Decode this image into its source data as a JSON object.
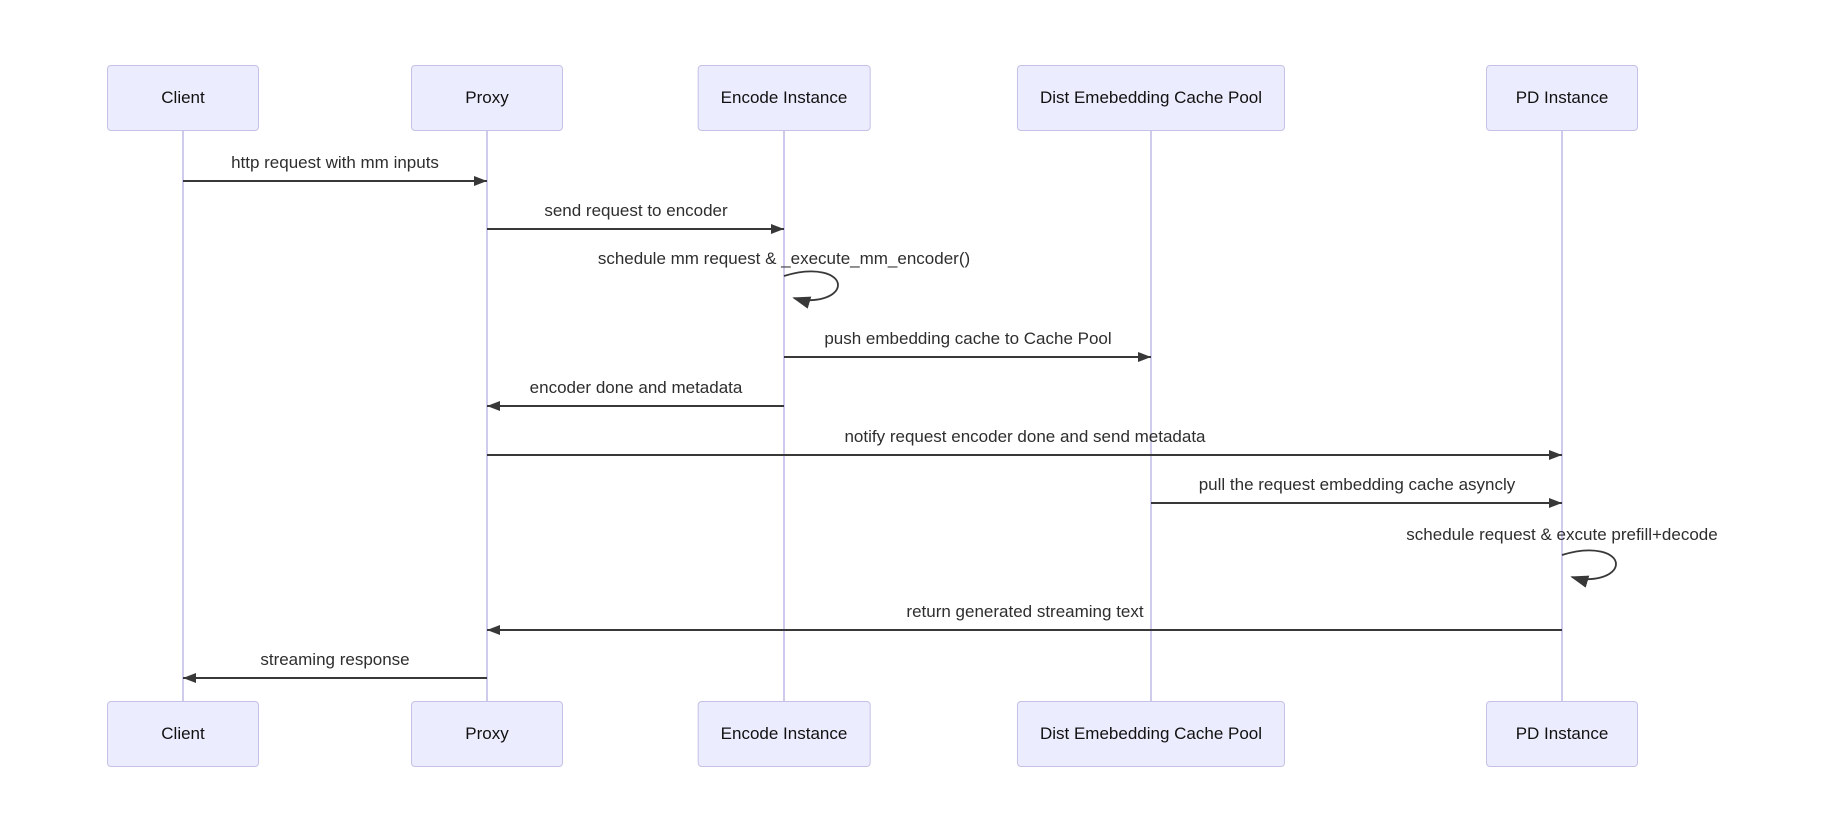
{
  "diagram": {
    "type": "sequence-diagram",
    "participants": [
      {
        "name": "Client"
      },
      {
        "name": "Proxy"
      },
      {
        "name": "Encode Instance"
      },
      {
        "name": "Dist Emebedding Cache Pool"
      },
      {
        "name": "PD Instance"
      }
    ],
    "messages": [
      {
        "text": "http request with mm inputs",
        "from": "Client",
        "to": "Proxy",
        "kind": "solid-arrow"
      },
      {
        "text": "send request to encoder",
        "from": "Proxy",
        "to": "Encode Instance",
        "kind": "solid-arrow"
      },
      {
        "text": "schedule mm request & _execute_mm_encoder()",
        "from": "Encode Instance",
        "to": "Encode Instance",
        "kind": "self-loop"
      },
      {
        "text": "push embedding cache to Cache Pool",
        "from": "Encode Instance",
        "to": "Dist Emebedding Cache Pool",
        "kind": "solid-arrow"
      },
      {
        "text": "encoder done and metadata",
        "from": "Encode Instance",
        "to": "Proxy",
        "kind": "solid-arrow"
      },
      {
        "text": "notify request encoder done and send metadata",
        "from": "Proxy",
        "to": "PD Instance",
        "kind": "solid-arrow"
      },
      {
        "text": "pull the request embedding cache asyncly",
        "from": "Dist Emebedding Cache Pool",
        "to": "PD Instance",
        "kind": "solid-arrow"
      },
      {
        "text": "schedule request & excute prefill+decode",
        "from": "PD Instance",
        "to": "PD Instance",
        "kind": "self-loop"
      },
      {
        "text": "return generated streaming text",
        "from": "PD Instance",
        "to": "Proxy",
        "kind": "solid-arrow"
      },
      {
        "text": "streaming response",
        "from": "Proxy",
        "to": "Client",
        "kind": "solid-arrow"
      }
    ],
    "colors": {
      "actor_fill": "#ECECFF",
      "actor_border": "#C5C1E6",
      "lifeline": "#CFCBEC",
      "arrow": "#383838",
      "text": "#2e2e2e",
      "background": "#ffffff"
    }
  }
}
